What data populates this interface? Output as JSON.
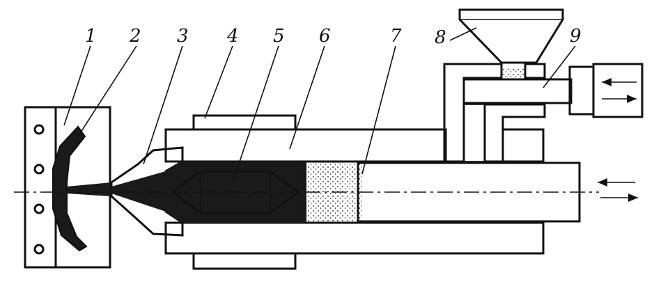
{
  "diagram": {
    "labels": [
      {
        "id": "1",
        "text": "1"
      },
      {
        "id": "2",
        "text": "2"
      },
      {
        "id": "3",
        "text": "3"
      },
      {
        "id": "4",
        "text": "4"
      },
      {
        "id": "5",
        "text": "5"
      },
      {
        "id": "6",
        "text": "6"
      },
      {
        "id": "7",
        "text": "7"
      },
      {
        "id": "8",
        "text": "8"
      },
      {
        "id": "9",
        "text": "9"
      }
    ],
    "colors": {
      "ink": "#111111",
      "paper": "#ffffff",
      "melt": "#1a1a1a"
    },
    "arrow_symbols": {
      "left": "←",
      "right": "→"
    }
  }
}
